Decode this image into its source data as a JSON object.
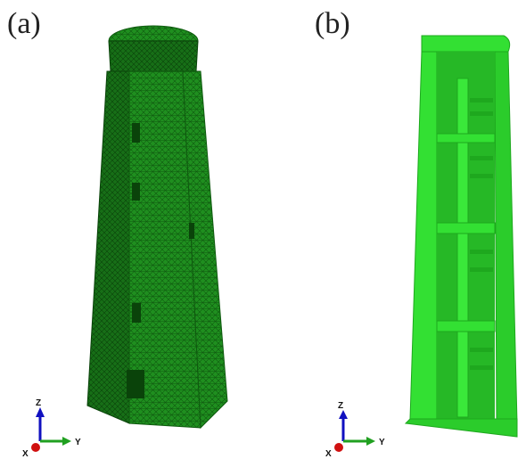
{
  "figure": {
    "panels": [
      {
        "label": "(a)",
        "view": "meshed-model"
      },
      {
        "label": "(b)",
        "view": "section-cut-model"
      }
    ],
    "triad": {
      "z": "Z",
      "y": "Y",
      "x": "X"
    },
    "colors": {
      "mesh_green": "#1f8f1f",
      "mesh_dark": "#0f5a0f",
      "solid_green": "#33e033",
      "solid_dark": "#1ea81e",
      "axis_z": "#1010c0",
      "axis_y": "#20a020",
      "axis_x": "#d01010"
    }
  }
}
